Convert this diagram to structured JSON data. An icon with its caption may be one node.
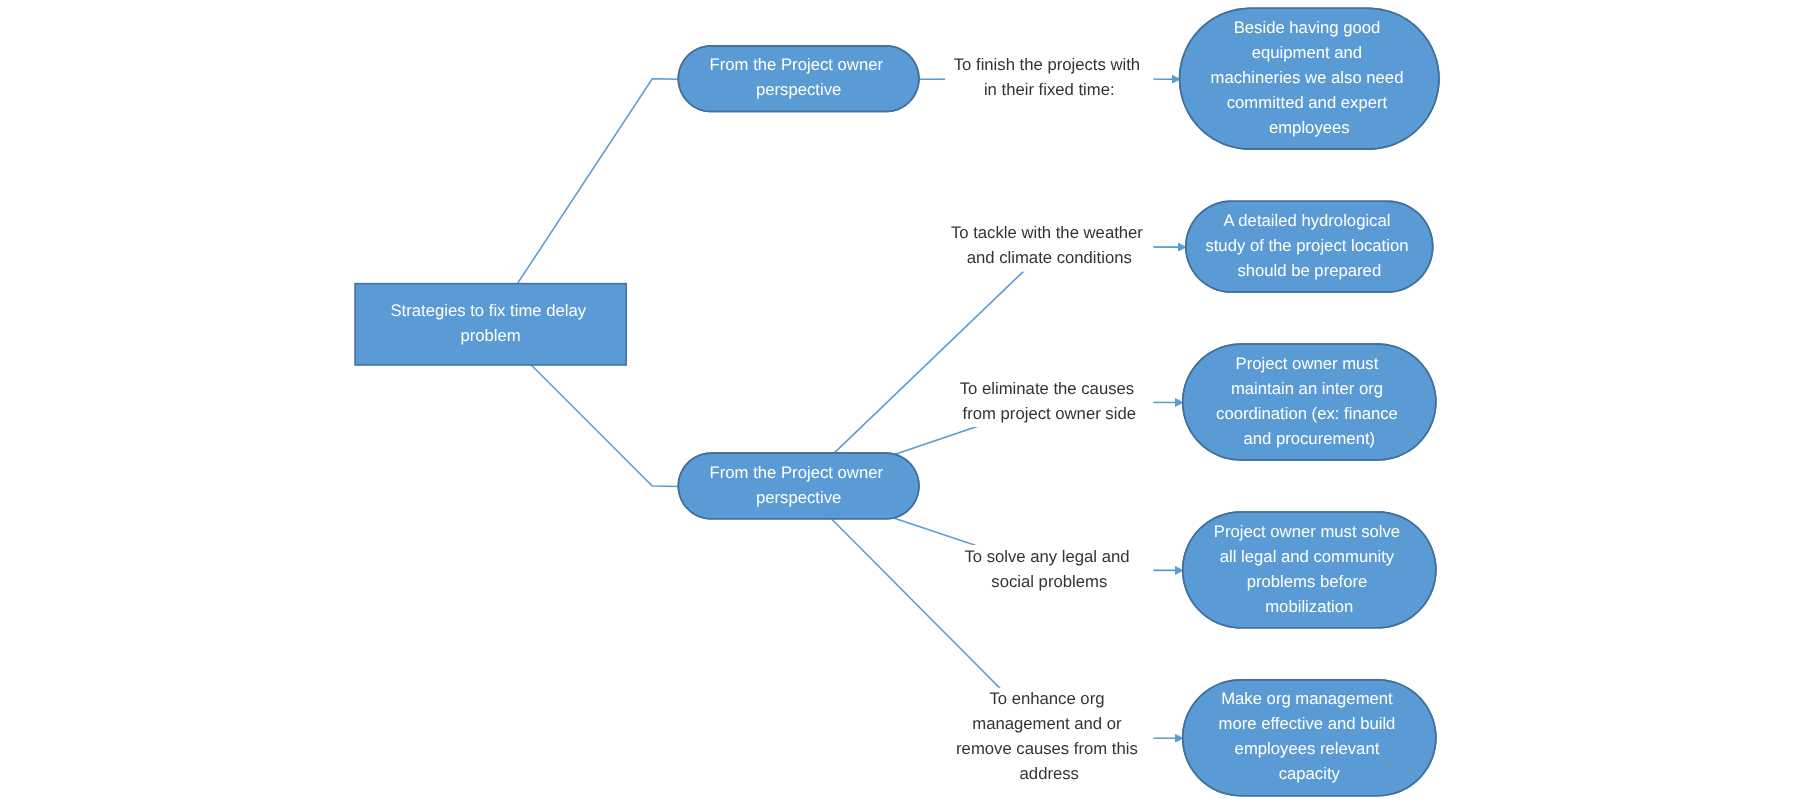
{
  "diagram": {
    "nodes": [
      {
        "text": [
          "Strategies to fix time delay problem"
        ]
      },
      {
        "text": [
          "From the Project owner perspective"
        ]
      },
      {
        "text": [
          "From the Project owner perspective"
        ]
      },
      {
        "text": [
          "Beside having good equipment and machineries we also need committed and expert employees"
        ]
      },
      {
        "text": [
          "A detailed hydrological study of the project location should be prepared"
        ]
      },
      {
        "text": [
          "Project owner must maintain an inter org coordination (ex: finance and procurement)"
        ]
      },
      {
        "text": [
          "Project owner must solve all legal and community problems before mobilization"
        ]
      },
      {
        "text": [
          "Make org management more effective and build employees relevant capacity"
        ]
      }
    ],
    "edges": [
      {
        "from": 0,
        "to": 1,
        "arrow": "none"
      },
      {
        "from": 0,
        "to": 2,
        "arrow": "none"
      },
      {
        "from": 1,
        "to": 3,
        "arrow": "to",
        "label": "To finish the projects with in their fixed time:"
      },
      {
        "from": 2,
        "to": 4,
        "arrow": "to",
        "label": "To tackle with the weather and climate conditions"
      },
      {
        "from": 2,
        "to": 5,
        "arrow": "to",
        "label": "To eliminate the causes from project owner side"
      },
      {
        "from": 2,
        "to": 6,
        "arrow": "to",
        "label": "To solve any legal and social problems"
      },
      {
        "from": 2,
        "to": 7,
        "arrow": "to",
        "label": "To enhance org management and or remove causes from this address"
      }
    ]
  }
}
